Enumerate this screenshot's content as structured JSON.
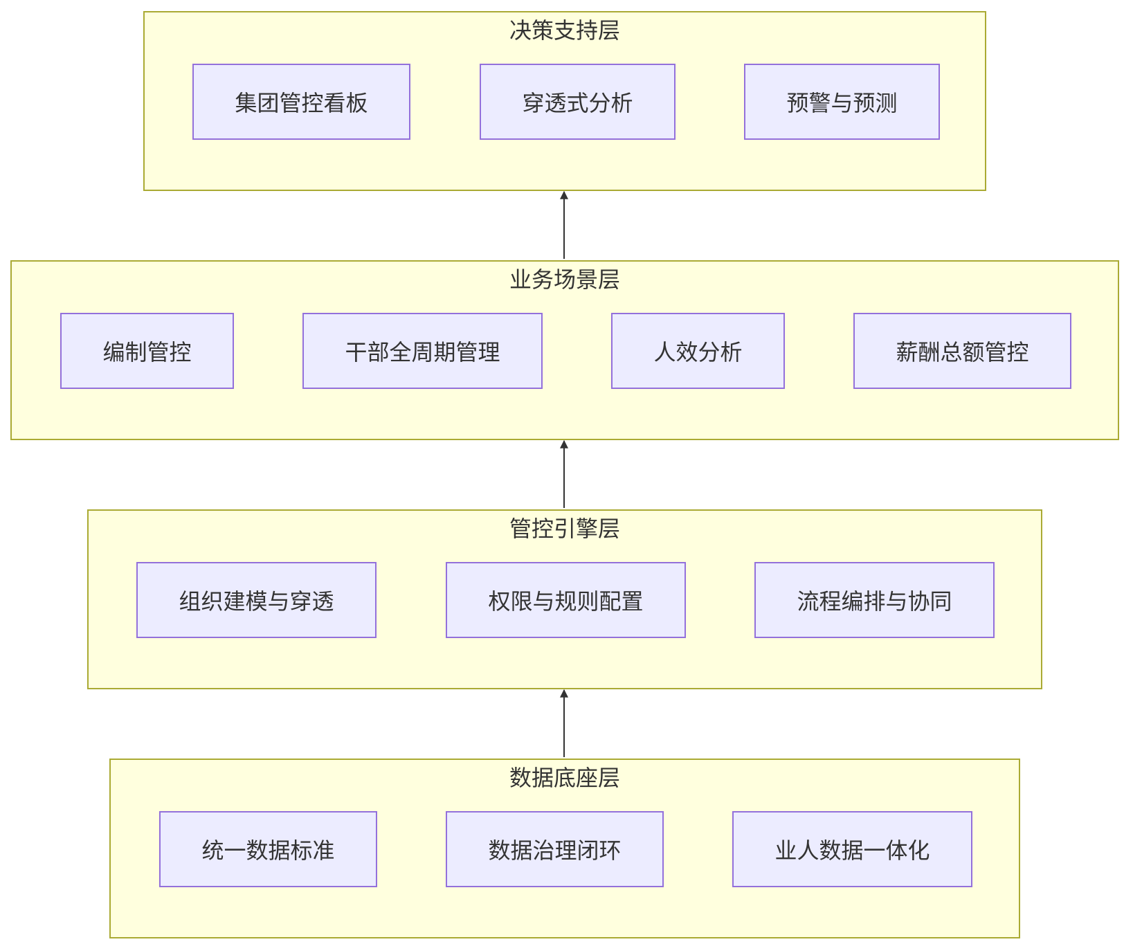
{
  "colors": {
    "layer_fill": "#ffffde",
    "layer_border": "#aaaa33",
    "node_fill": "#ececff",
    "node_border": "#9370db",
    "text": "#333333",
    "edge": "#333333"
  },
  "layers": [
    {
      "id": "decision",
      "title": "决策支持层",
      "nodes": [
        "集团管控看板",
        "穿透式分析",
        "预警与预测"
      ]
    },
    {
      "id": "business",
      "title": "业务场景层",
      "nodes": [
        "编制管控",
        "干部全周期管理",
        "人效分析",
        "薪酬总额管控"
      ]
    },
    {
      "id": "engine",
      "title": "管控引擎层",
      "nodes": [
        "组织建模与穿透",
        "权限与规则配置",
        "流程编排与协同"
      ]
    },
    {
      "id": "data",
      "title": "数据底座层",
      "nodes": [
        "统一数据标准",
        "数据治理闭环",
        "业人数据一体化"
      ]
    }
  ],
  "edges": [
    {
      "from": "business",
      "to": "decision"
    },
    {
      "from": "engine",
      "to": "business"
    },
    {
      "from": "data",
      "to": "engine"
    }
  ]
}
